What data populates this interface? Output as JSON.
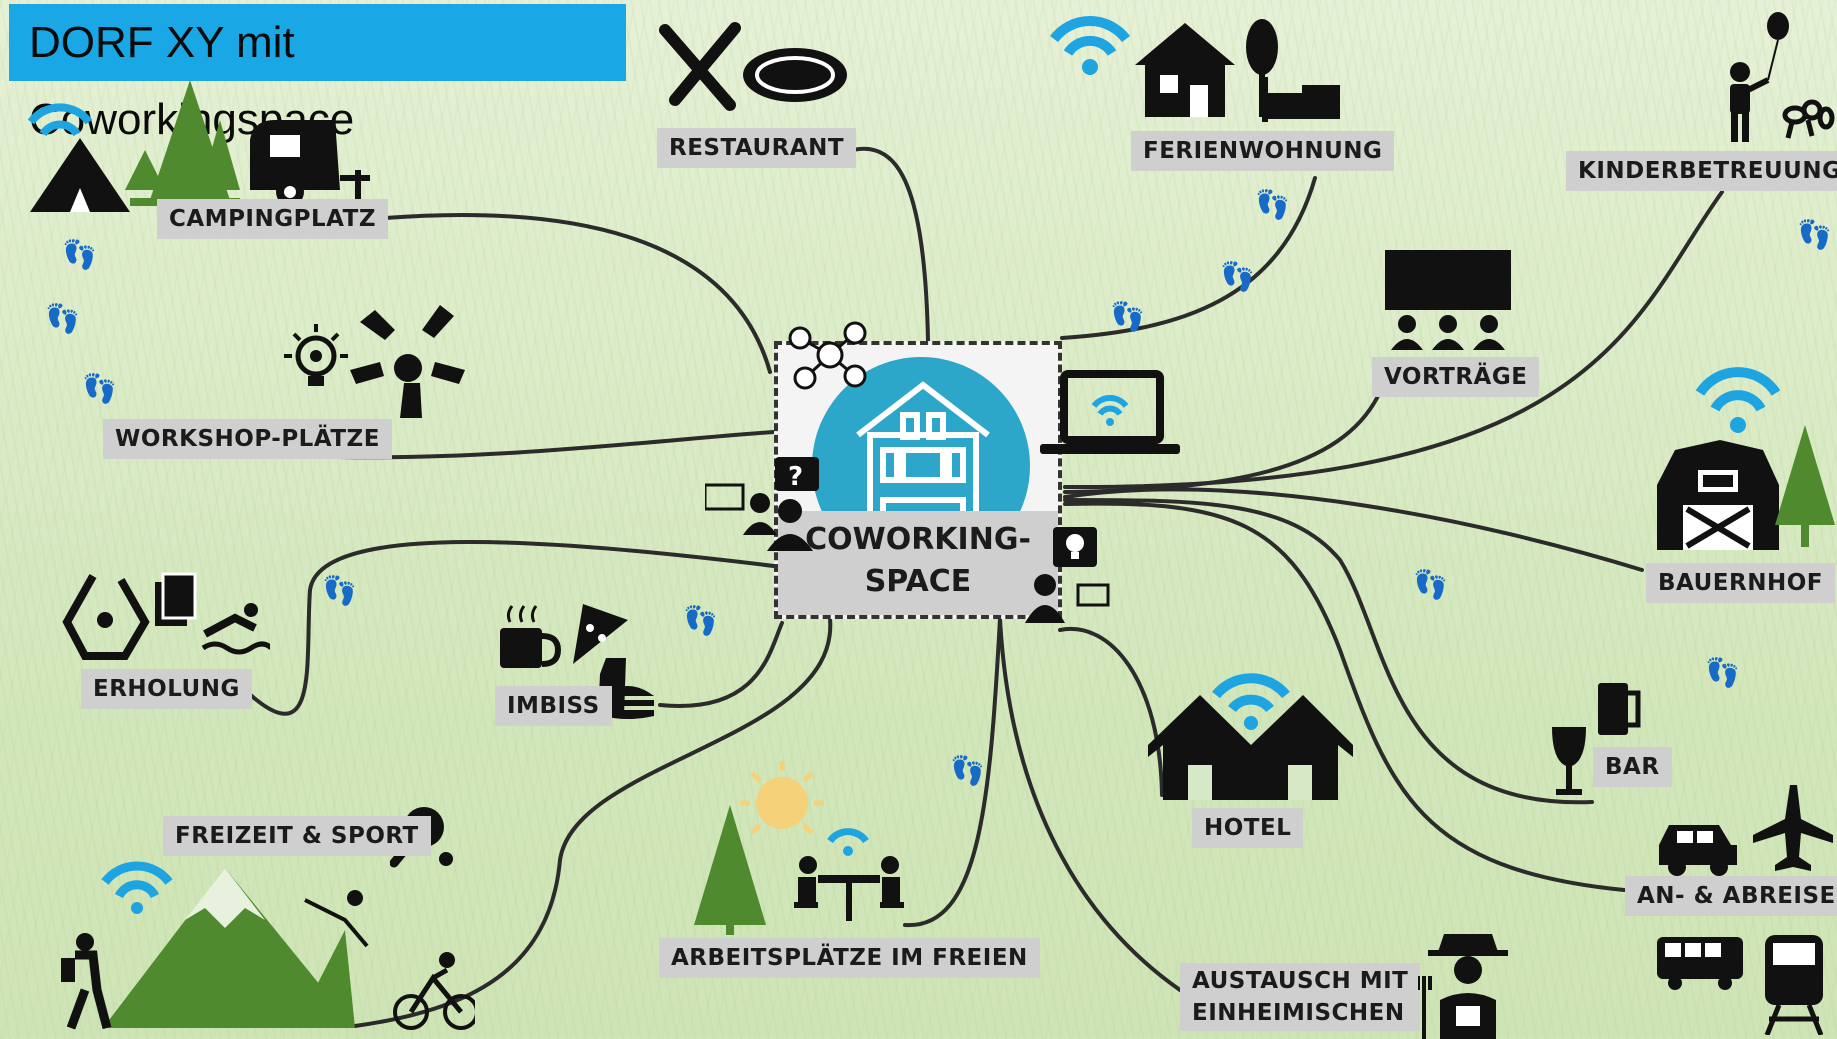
{
  "title": "DORF XY mit Coworkingspace",
  "center": {
    "line1": "COWORKING-",
    "line2": "SPACE"
  },
  "labels": {
    "restaurant": "RESTAURANT",
    "ferienwohnung": "FERIENWOHNUNG",
    "kinderbetreuung": "KINDERBETREUUNG",
    "campingplatz": "CAMPINGPLATZ",
    "workshop": "WORKSHOP-PLÄTZE",
    "vortraege": "VORTRÄGE",
    "bauernhof": "BAUERNHOF",
    "erholung": "ERHOLUNG",
    "imbiss": "IMBISS",
    "bar": "BAR",
    "hotel": "HOTEL",
    "freizeit": "FREIZEIT & SPORT",
    "arbeitsplaetze": "ARBEITSPLÄTZE IM FREIEN",
    "anabreise": "AN- & ABREISE",
    "austausch1": "AUSTAUSCH MIT",
    "austausch2": "EINHEIMISCHEN"
  },
  "colors": {
    "title_bg": "#1aa7e6",
    "wifi": "#1ea4e0",
    "tree": "#4f8a2f",
    "label_bg": "#cfcfcf",
    "center_circle": "#2ca7c9"
  }
}
